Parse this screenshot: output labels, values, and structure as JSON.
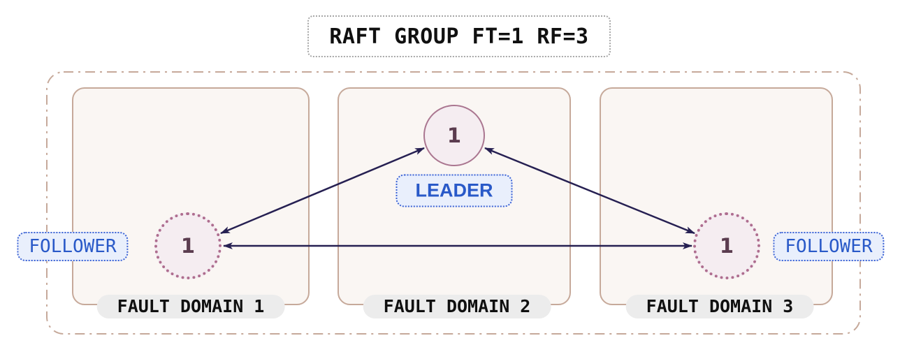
{
  "title": "RAFT GROUP FT=1 RF=3",
  "group": {
    "fault_domains": [
      {
        "label": "FAULT DOMAIN 1",
        "node": {
          "value": "1",
          "role_label": "FOLLOWER"
        }
      },
      {
        "label": "FAULT DOMAIN 2",
        "node": {
          "value": "1",
          "role_label": "LEADER"
        }
      },
      {
        "label": "FAULT DOMAIN 3",
        "node": {
          "value": "1",
          "role_label": "FOLLOWER"
        }
      }
    ]
  },
  "connections": [
    {
      "from": "follower-node-1",
      "to": "leader-node",
      "arrows": "both-ends"
    },
    {
      "from": "leader-node",
      "to": "follower-node-3",
      "arrows": "both-ends"
    },
    {
      "from": "follower-node-1",
      "to": "follower-node-3",
      "arrows": "both-ends"
    }
  ],
  "colors": {
    "container_border": "#c6a99a",
    "domain_fill": "#faf6f3",
    "node_fill": "#f5edf1",
    "leader_node_border": "#aa7690",
    "follower_node_border": "#ae6d8f",
    "node_text": "#5b3c4f",
    "arrow": "#262052",
    "role_text": "#2959c8",
    "role_border": "#3b62d4",
    "role_fill": "#e9effc",
    "domain_label_fill": "#ececec",
    "title_border": "#a6a6a6",
    "text": "#101010",
    "page_bg": "#ffffff"
  }
}
